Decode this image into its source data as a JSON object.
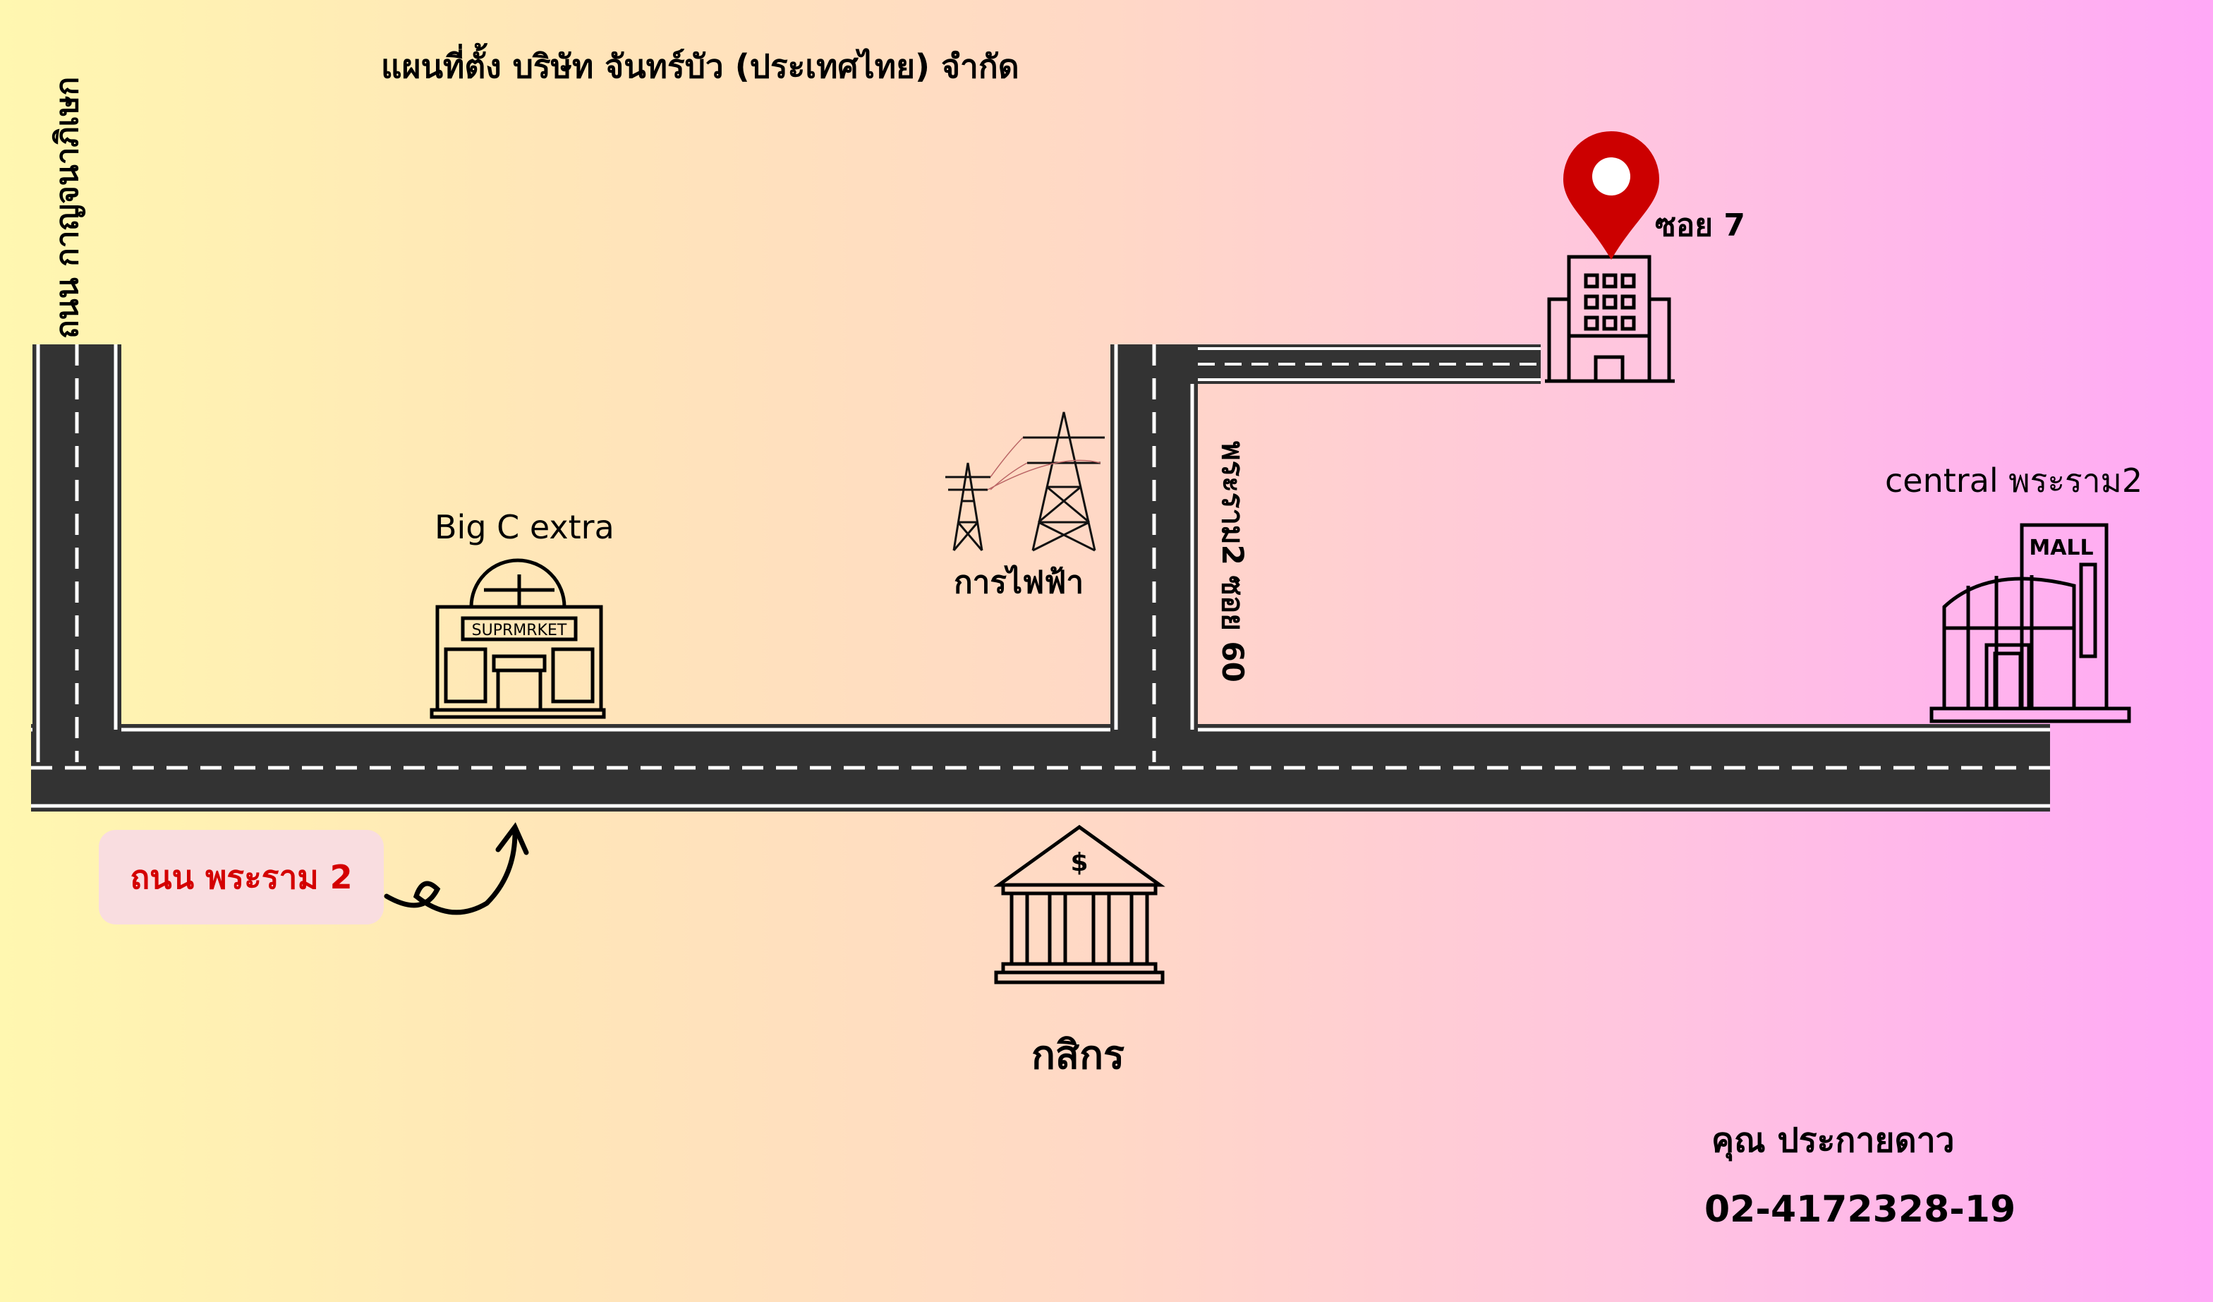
{
  "title": "แผนที่ตั้ง บริษัท จันทร์บัว (ประเทศไทย) จำกัด",
  "roads": {
    "left_vertical": "ถนน กาญจนาภิเษก",
    "main": "ถนน พระราม 2",
    "soi60": "พระราม2 ซอย 60",
    "soi7": "ซอย 7"
  },
  "landmarks": {
    "bigc": "Big C extra",
    "supermarket_sign": "SUPRMRKET",
    "power": "การไฟฟ้า",
    "central": "central  พระราม2",
    "mall_sign": "MALL",
    "bank": "กสิกร",
    "bank_symbol": "$"
  },
  "contact": {
    "name": "คุณ ประกายดาว",
    "phone": "02-4172328-19"
  },
  "colors": {
    "road": "#333333",
    "pin": "#cc0000",
    "tag_text": "#d40000",
    "tag_bg": "#f9dde0"
  }
}
